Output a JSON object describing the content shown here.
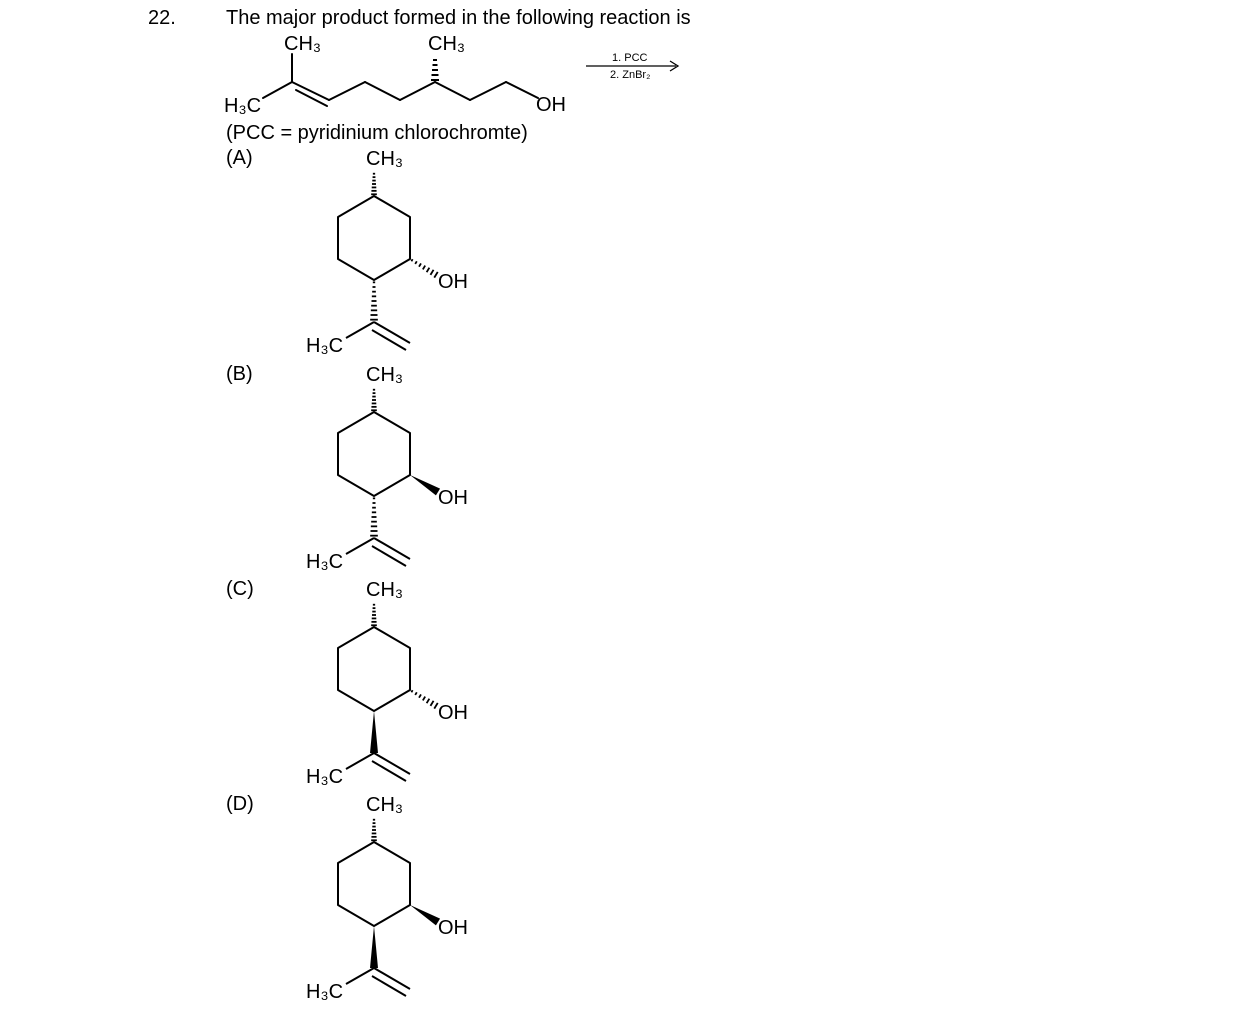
{
  "question": {
    "number": "22.",
    "text": "The major product formed in the following reaction is",
    "note": "(PCC = pyridinium chlorochromte)"
  },
  "reaction": {
    "reagent_1": "1. PCC",
    "reagent_2": "2. ZnBr₂"
  },
  "labels": {
    "ch3": "CH₃",
    "h3c": "H₃C",
    "oh": "OH"
  },
  "options": [
    {
      "label": "(A)",
      "isopropenyl_bond": "hashed",
      "oh_bond": "hashed"
    },
    {
      "label": "(B)",
      "isopropenyl_bond": "hashed",
      "oh_bond": "wedged"
    },
    {
      "label": "(C)",
      "isopropenyl_bond": "wedged",
      "oh_bond": "hashed"
    },
    {
      "label": "(D)",
      "isopropenyl_bond": "wedged",
      "oh_bond": "wedged"
    }
  ]
}
